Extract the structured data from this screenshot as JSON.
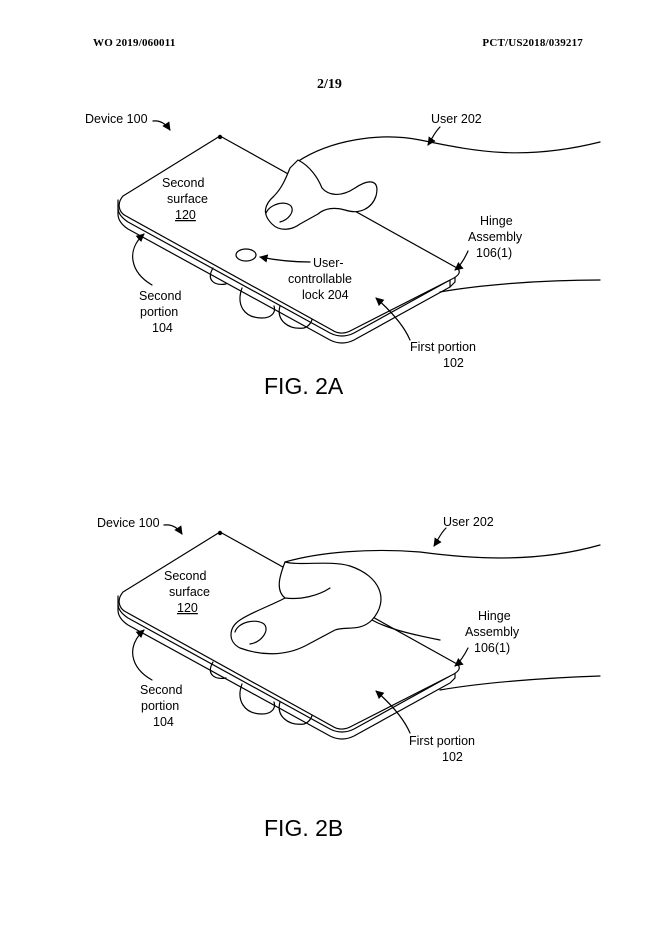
{
  "header": {
    "publication_number": "WO 2019/060011",
    "application_number": "PCT/US2018/039217"
  },
  "sheet": "2/19",
  "fig_2a": {
    "device_label": "Device 100",
    "user_label": "User 202",
    "second_surface_line1": "Second",
    "second_surface_line2": "surface",
    "second_surface_ref": "120",
    "lock_line1": "User-",
    "lock_line2": "controllable",
    "lock_line3": "lock 204",
    "hinge_line1": "Hinge",
    "hinge_line2": "Assembly",
    "hinge_line3": "106(1)",
    "second_portion_line1": "Second",
    "second_portion_line2": "portion",
    "second_portion_line3": "104",
    "first_portion_line1": "First portion",
    "first_portion_line2": "102",
    "caption": "FIG. 2A"
  },
  "fig_2b": {
    "device_label": "Device 100",
    "user_label": "User 202",
    "second_surface_line1": "Second",
    "second_surface_line2": "surface",
    "second_surface_ref": "120",
    "hinge_line1": "Hinge",
    "hinge_line2": "Assembly",
    "hinge_line3": "106(1)",
    "second_portion_line1": "Second",
    "second_portion_line2": "portion",
    "second_portion_line3": "104",
    "first_portion_line1": "First portion",
    "first_portion_line2": "102",
    "caption": "FIG. 2B"
  }
}
